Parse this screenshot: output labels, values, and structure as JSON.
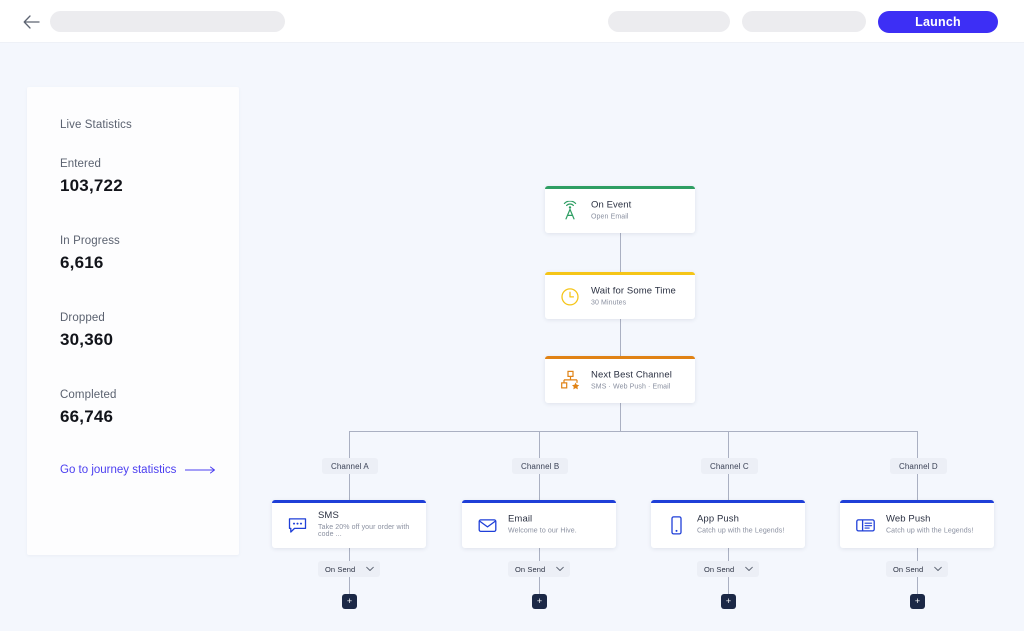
{
  "topbar": {
    "back_icon": "arrow-left-icon",
    "launch_label": "Launch",
    "accent_color": "#3d2ff5",
    "placeholders": [
      "",
      "",
      ""
    ]
  },
  "stats": {
    "title": "Live Statistics",
    "link_label": "Go to journey statistics",
    "link_color": "#4b3ef0",
    "items": [
      {
        "label": "Entered",
        "value": "103,722"
      },
      {
        "label": "In Progress",
        "value": "6,616"
      },
      {
        "label": "Dropped",
        "value": "30,360"
      },
      {
        "label": "Completed",
        "value": "66,746"
      }
    ]
  },
  "flow": {
    "trunk": [
      {
        "title": "On Event",
        "subtitle": "Open Email",
        "icon": "broadcast-tower-icon",
        "color": "#2e9e63"
      },
      {
        "title": "Wait for Some Time",
        "subtitle": "30 Minutes",
        "icon": "clock-icon",
        "color": "#f5c518"
      },
      {
        "title": "Next Best Channel",
        "subtitle": "SMS · Web Push · Email",
        "icon": "branch-star-icon",
        "color": "#e08214"
      }
    ],
    "branch_color": "#1f3fd8",
    "branches": [
      {
        "pill": "Channel A",
        "title": "SMS",
        "subtitle": "Take 20% off your order with code ...",
        "icon": "sms-bubble-icon",
        "trigger": "On Send"
      },
      {
        "pill": "Channel B",
        "title": "Email",
        "subtitle": "Welcome to our Hive.",
        "icon": "envelope-icon",
        "trigger": "On Send"
      },
      {
        "pill": "Channel C",
        "title": "App Push",
        "subtitle": "Catch up with the Legends!",
        "icon": "mobile-phone-icon",
        "trigger": "On Send"
      },
      {
        "pill": "Channel D",
        "title": "Web Push",
        "subtitle": "Catch up with the Legends!",
        "icon": "browser-window-icon",
        "trigger": "On Send"
      }
    ],
    "add_label": "+"
  }
}
